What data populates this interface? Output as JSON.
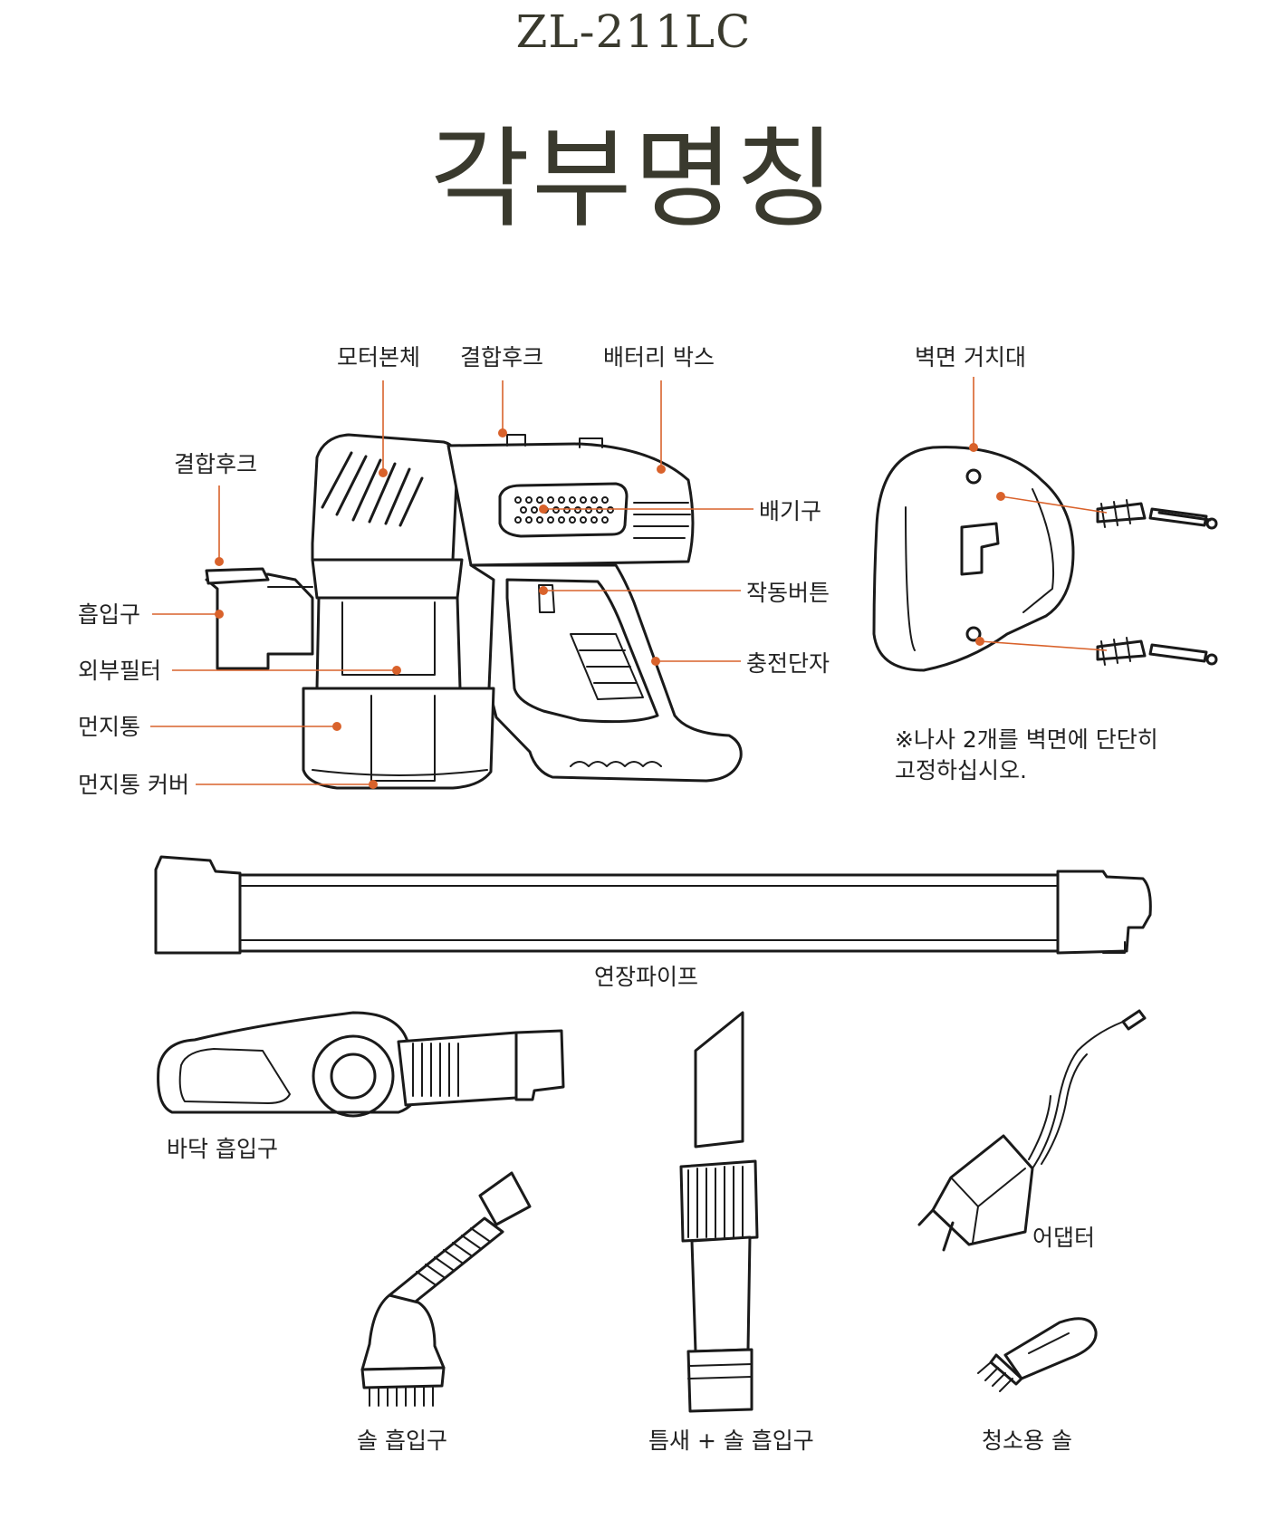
{
  "header": {
    "model": "ZL-211LC",
    "title": "각부명칭"
  },
  "accent_color": "#d9622b",
  "main_unit_labels": {
    "motor_body": "모터본체",
    "coupling_hook_top": "결합후크",
    "battery_box": "배터리 박스",
    "coupling_hook_left": "결합후크",
    "exhaust": "배기구",
    "power_button": "작동버튼",
    "charging_terminal": "충전단자",
    "suction_inlet": "흡입구",
    "outer_filter": "외부필터",
    "dust_bin": "먼지통",
    "dust_bin_cover": "먼지통 커버"
  },
  "wall_mount": {
    "label": "벽면 거치대",
    "note_line1": "※나사 2개를 벽면에 단단히",
    "note_line2": "고정하십시오."
  },
  "accessories": {
    "extension_pipe": "연장파이프",
    "floor_nozzle": "바닥 흡입구",
    "adapter": "어댑터",
    "brush_nozzle": "솔 흡입구",
    "crevice_brush_nozzle": "틈새 + 솔 흡입구",
    "cleaning_brush": "청소용 솔"
  }
}
